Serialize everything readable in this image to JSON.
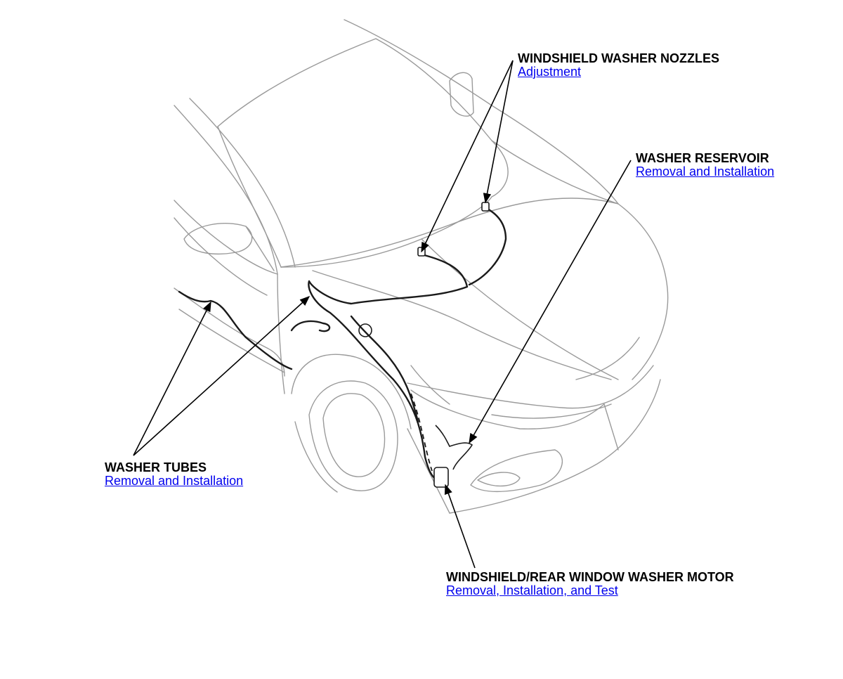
{
  "callouts": {
    "nozzles": {
      "title": "WINDSHIELD WASHER NOZZLES",
      "link": "Adjustment"
    },
    "reservoir": {
      "title": "WASHER RESERVOIR",
      "link": "Removal and Installation"
    },
    "tubes": {
      "title": "WASHER TUBES",
      "link": "Removal and Installation"
    },
    "motor": {
      "title": "WINDSHIELD/REAR WINDOW WASHER MOTOR",
      "link": "Removal, Installation, and Test"
    }
  },
  "colors": {
    "link": "#0000ee",
    "outline": "#9a9a9a",
    "tube": "#1a1a1a",
    "text": "#000000"
  }
}
